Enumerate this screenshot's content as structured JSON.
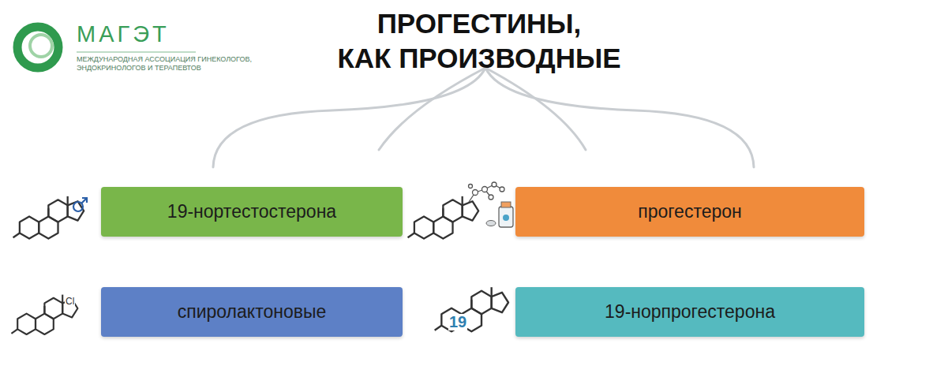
{
  "diagram": {
    "title": "ПРОГЕСТИНЫ, КАК ПРОИЗВОДНЫЕ",
    "nodes": [
      {
        "text": [
          "19-нортестостерона"
        ]
      },
      {
        "text": [
          "прогестерон"
        ]
      },
      {
        "text": [
          "спиролактоновые"
        ]
      },
      {
        "text": [
          "19-норпрогестерона"
        ]
      }
    ],
    "labels": [
      "МАГЭТ",
      "МЕЖДУНАРОДНАЯ АССОЦИАЦИЯ ГИНЕКОЛОГОВ, ЭНДОКРИНОЛОГОВ И ТЕРАПЕВТОВ",
      "Cl",
      "19"
    ]
  }
}
